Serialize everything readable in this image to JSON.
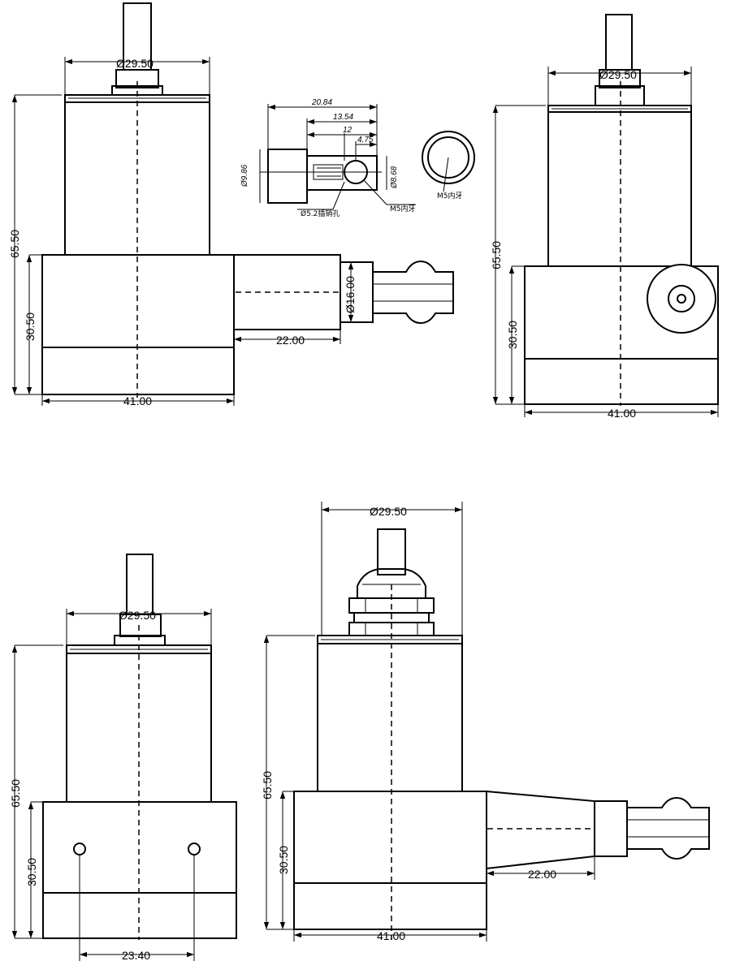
{
  "dimensions": {
    "cap_diameter": "Ø29.50",
    "total_height": "65.50",
    "base_height": "30.50",
    "width": "41.00",
    "side_diameter": "Ø16.00",
    "side_length": "22.00",
    "hole_spacing": "23.40"
  },
  "detail": {
    "d1": "20.84",
    "d2": "13.54",
    "d3": "12",
    "d4": "4.75",
    "dia_left": "Ø9.86",
    "dia_right": "Ø8.68",
    "note_hole": "Ø5.2插销孔",
    "note_thread": "M5内牙",
    "note_end": "M5内牙"
  }
}
